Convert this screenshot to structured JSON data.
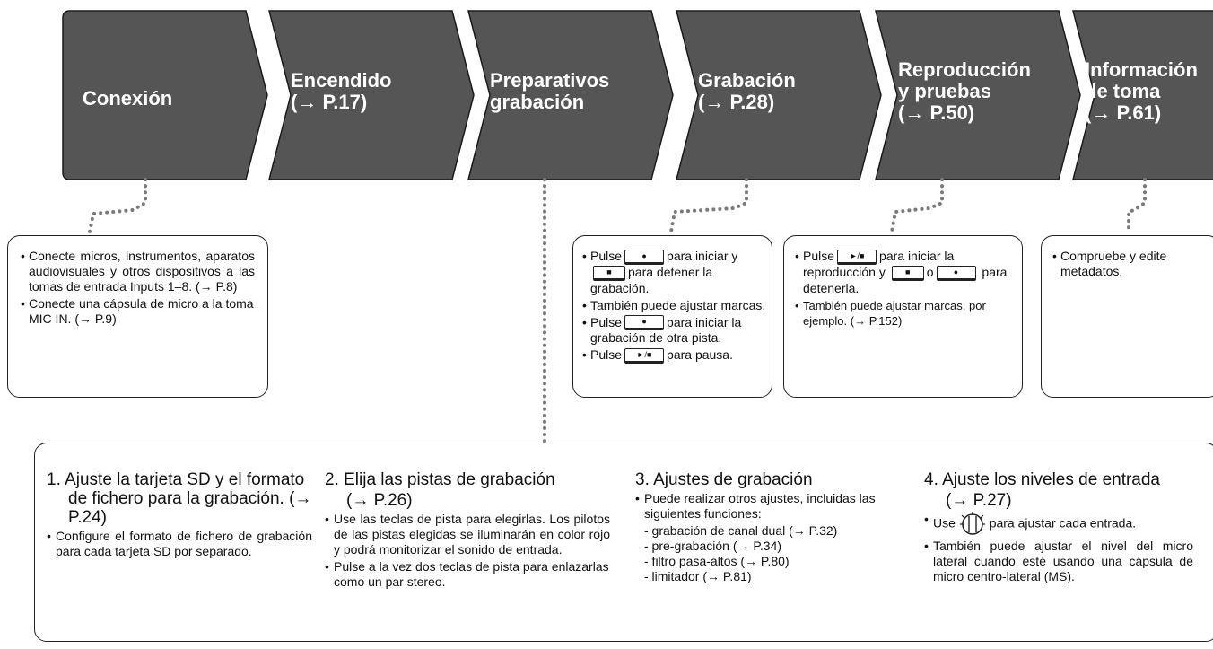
{
  "steps": [
    {
      "text": "Conexión"
    },
    {
      "text": "Encendido\n(→ P.17)"
    },
    {
      "text": "Preparativos\ngrabación"
    },
    {
      "text": "Grabación\n(→ P.28)"
    },
    {
      "text": "Reproducción\ny pruebas\n(→ P.50)"
    },
    {
      "text": "Información\nde toma\n(→ P.61)"
    }
  ],
  "colors": {
    "arrow_fill": "#555555",
    "arrow_stroke": "#1a1a1a",
    "dots": "#7a7a7a"
  },
  "icons": [
    "record-key-icon",
    "stop-key-icon",
    "play-pause-key-icon",
    "input-knob-icon"
  ],
  "box_conexion": {
    "item1": "Conecte micros, instrumentos, aparatos audiovisuales y otros dispositivos a las tomas de entrada Inputs 1–8. (→ P.8)",
    "item2": "Conecte una cápsula de micro a la toma  MIC IN. (→ P.9)"
  },
  "box_grabacion": {
    "i1_pre": "Pulse",
    "i1_mid": "para iniciar y",
    "i1_post": "para detener la grabación.",
    "i2": "También puede ajustar marcas.",
    "i3_pre": "Pulse",
    "i3_post": "para iniciar la grabación de otra pista.",
    "i4_pre": "Pulse",
    "i4_post": "para pausa."
  },
  "box_reproduccion": {
    "i1_pre": "Pulse",
    "i1_mid": "para iniciar la reproducción y",
    "i1_or": "o",
    "i1_post": "para detenerla.",
    "i2": "También puede ajustar marcas, por ejemplo. (→ P.152)"
  },
  "box_info": {
    "i1": "Compruebe y edite metadatos."
  },
  "prep": {
    "col1": {
      "title": "1.  Ajuste la tarjeta SD y el formato de fichero para la grabación. (→ P.24)",
      "b1": "Configure el formato de fichero de grabación para cada tarjeta SD por separado."
    },
    "col2": {
      "title": "2.  Elija las pistas de grabación",
      "sub": "(→ P.26)",
      "b1": "Use las teclas de pista para elegirlas. Los pilotos de las pistas elegidas se iluminarán en color rojo y podrá monitorizar el sonido de entrada.",
      "b2": "Pulse a la vez dos teclas de pista para enlazarlas como un par stereo."
    },
    "col3": {
      "title": "3.  Ajustes de grabación",
      "b1": "Puede realizar otros ajustes, incluidas las siguientes funciones:",
      "l1": "- grabación de canal dual (→ P.32)",
      "l2": "- pre-grabación (→ P.34)",
      "l3": "- filtro pasa-altos (→ P.80)",
      "l4": "- limitador (→ P.81)"
    },
    "col4": {
      "title": "4.  Ajuste los niveles de entrada",
      "sub": "(→ P.27)",
      "b1_pre": "Use",
      "b1_post": "para ajustar cada entrada.",
      "b2": "También puede ajustar el nivel del micro lateral cuando esté usando una cápsula de micro centro-lateral (MS)."
    }
  }
}
